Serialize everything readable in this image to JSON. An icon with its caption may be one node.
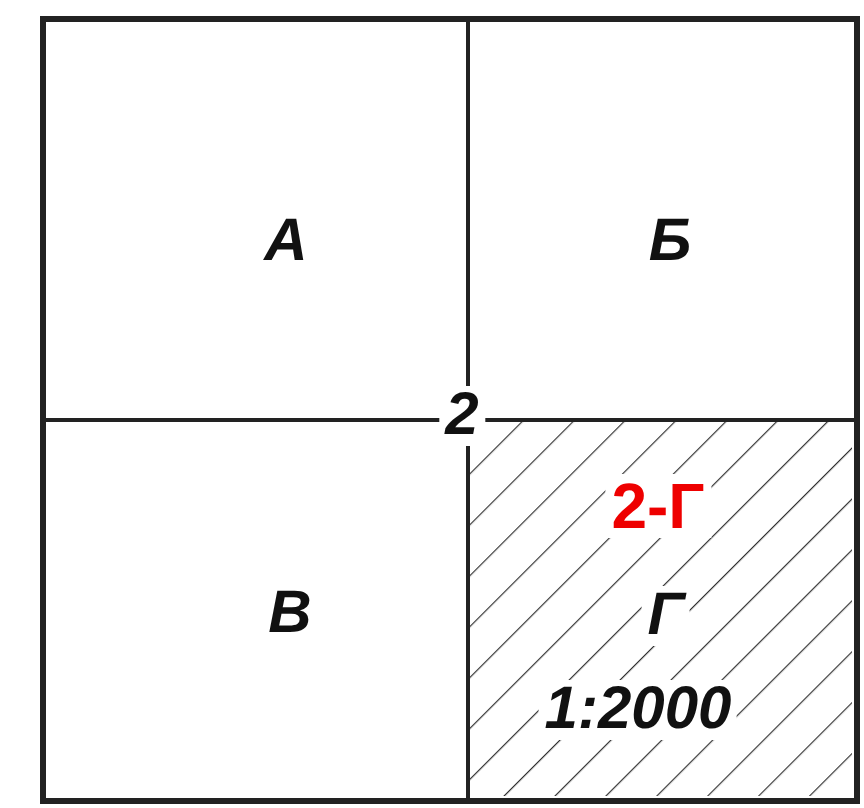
{
  "diagram": {
    "nodes": [
      {
        "text": [],
        "shape": "box"
      },
      {
        "text": [
          "А"
        ],
        "in": 0
      },
      {
        "text": [
          "Б"
        ],
        "in": 0
      },
      {
        "text": [
          "В"
        ],
        "in": 0
      },
      {
        "text": [
          "2-Г",
          "Г",
          "1:2000"
        ],
        "in": 0
      }
    ],
    "edges": [],
    "labels": [
      "2"
    ]
  }
}
